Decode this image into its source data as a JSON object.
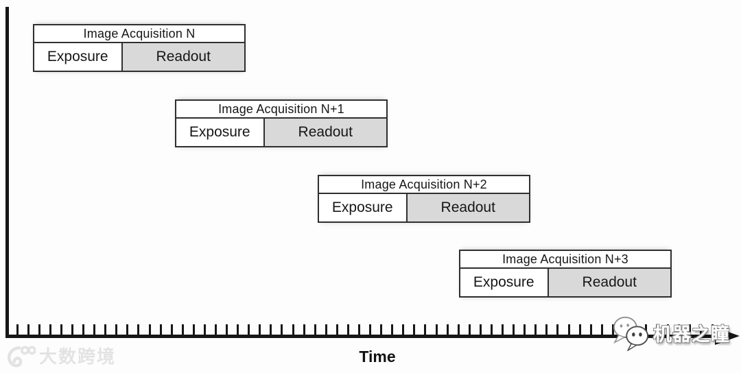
{
  "figure": {
    "blocks": [
      {
        "title": "Image Acquisition N",
        "exposure_label": "Exposure",
        "readout_label": "Readout"
      },
      {
        "title": "Image Acquisition N+1",
        "exposure_label": "Exposure",
        "readout_label": "Readout"
      },
      {
        "title": "Image Acquisition N+2",
        "exposure_label": "Exposure",
        "readout_label": "Readout"
      },
      {
        "title": "Image Acquisition N+3",
        "exposure_label": "Exposure",
        "readout_label": "Readout"
      }
    ],
    "time_axis": {
      "label": "Time",
      "tick_count": 64
    }
  },
  "watermarks": {
    "bottom_left_icon": "swirl-100-logo-icon",
    "bottom_left_text": "大数跨境",
    "right_icon": "chat-bubbles-icon",
    "right_text": "机器之瞳"
  },
  "colors": {
    "axis": "#161616",
    "block_border": "#2f2f2f",
    "readout_fill": "#d9d9d9",
    "watermark_light_gray": "#e3e3e3",
    "watermark_text_white": "#ffffff"
  }
}
